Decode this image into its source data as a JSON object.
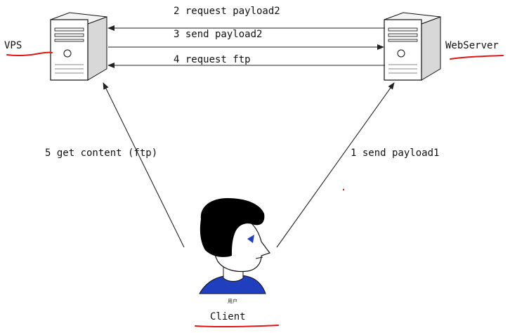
{
  "nodes": {
    "vps": {
      "label": "VPS",
      "icon": "server-icon"
    },
    "webserver": {
      "label": "WebServer",
      "icon": "server-icon"
    },
    "client": {
      "label": "Client",
      "sublabel": "用户",
      "icon": "user-avatar-icon"
    }
  },
  "edges": [
    {
      "id": "e1",
      "from": "Client",
      "to": "WebServer",
      "label": "1 send payload1"
    },
    {
      "id": "e2",
      "from": "WebServer",
      "to": "VPS",
      "label": "2 request payload2"
    },
    {
      "id": "e3",
      "from": "VPS",
      "to": "WebServer",
      "label": "3 send payload2"
    },
    {
      "id": "e4",
      "from": "WebServer",
      "to": "VPS",
      "label": "4 request ftp"
    },
    {
      "id": "e5",
      "from": "Client",
      "to": "VPS",
      "label": "5 get content (ftp)"
    }
  ],
  "colors": {
    "underline": "#e01515",
    "line": "#222222",
    "hair": "#000000",
    "shirt": "#1f3fbf",
    "eye": "#1f3fbf"
  }
}
